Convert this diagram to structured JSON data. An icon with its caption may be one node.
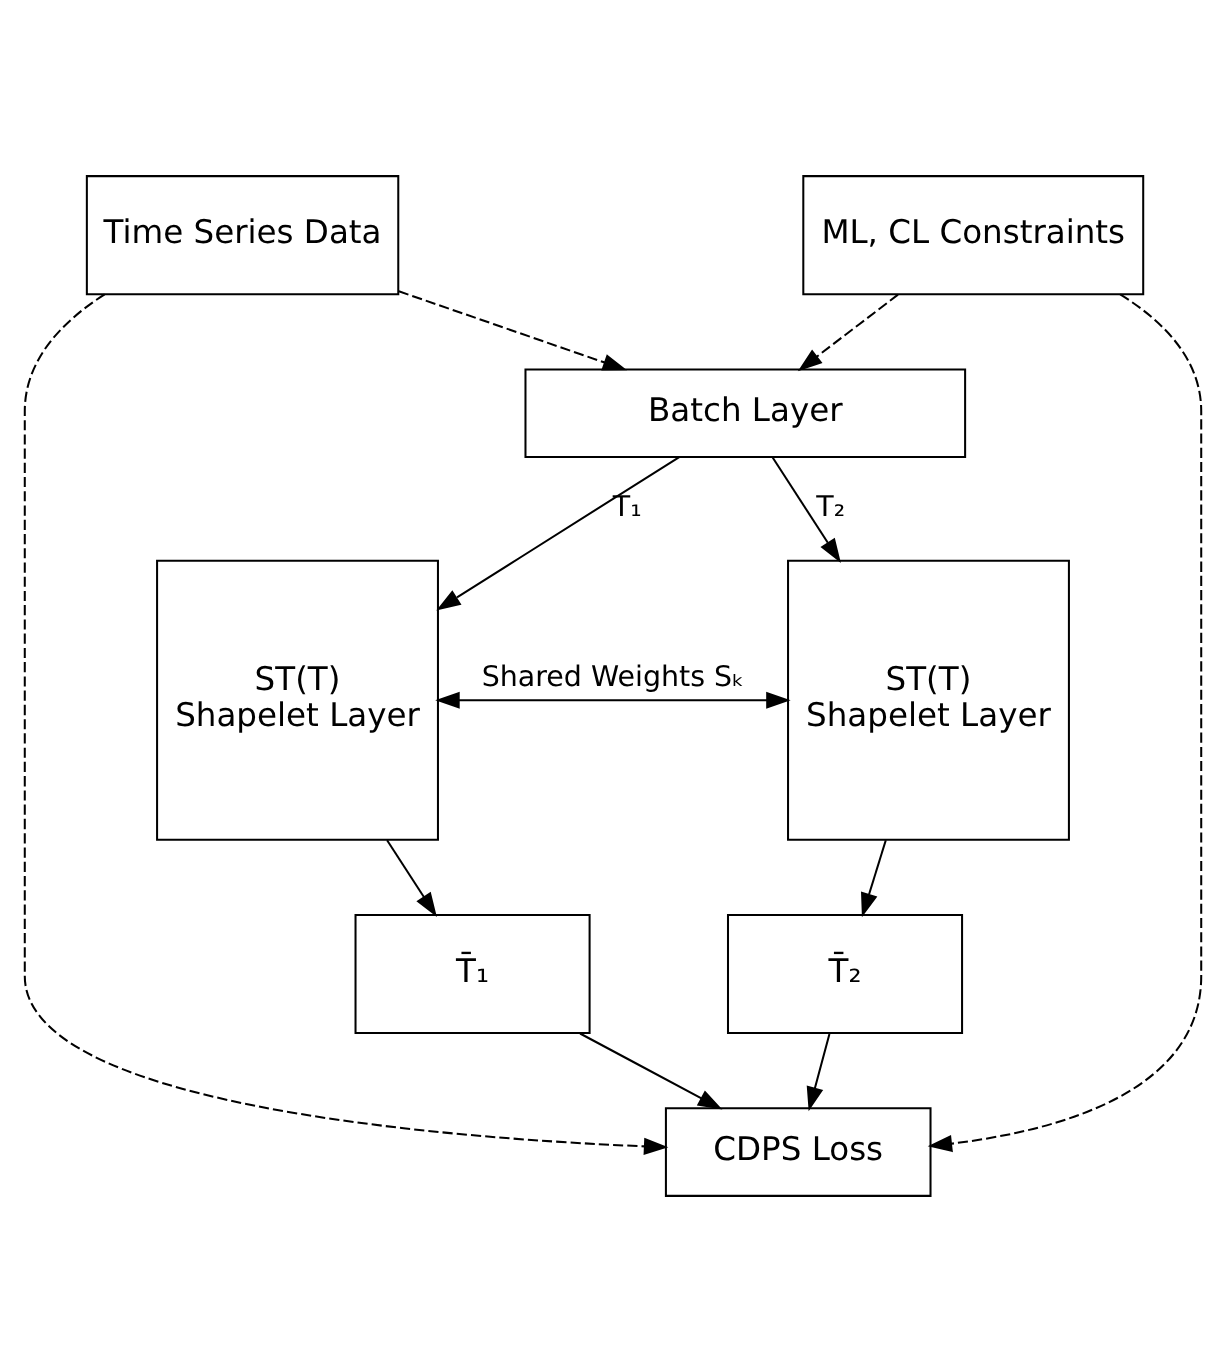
{
  "diagram": {
    "nodes": [
      {
        "text": [
          "Time Series Data"
        ]
      },
      {
        "text": [
          "ML, CL Constraints"
        ]
      },
      {
        "text": [
          "Batch Layer"
        ]
      },
      {
        "text": [
          "ST(T)",
          "Shapelet Layer"
        ]
      },
      {
        "text": [
          "ST(T)",
          "Shapelet Layer"
        ]
      },
      {
        "text": [
          "T̄₁"
        ]
      },
      {
        "text": [
          "T̄₂"
        ]
      },
      {
        "text": [
          "CDPS Loss"
        ]
      }
    ],
    "edges": [
      {
        "from": 0,
        "to": 2,
        "arrow": "to",
        "style": "dashed"
      },
      {
        "from": 1,
        "to": 2,
        "arrow": "to",
        "style": "dashed"
      },
      {
        "from": 2,
        "to": 3,
        "arrow": "to",
        "label": "T₁"
      },
      {
        "from": 2,
        "to": 4,
        "arrow": "to",
        "label": "T₂"
      },
      {
        "from": 3,
        "to": 4,
        "arrow": "both",
        "label": "Shared Weights Sₖ"
      },
      {
        "from": 3,
        "to": 5,
        "arrow": "to"
      },
      {
        "from": 4,
        "to": 6,
        "arrow": "to"
      },
      {
        "from": 5,
        "to": 7,
        "arrow": "to"
      },
      {
        "from": 6,
        "to": 7,
        "arrow": "to"
      },
      {
        "from": 0,
        "to": 7,
        "arrow": "to",
        "style": "dashed"
      },
      {
        "from": 1,
        "to": 7,
        "arrow": "to",
        "style": "dashed"
      }
    ]
  }
}
